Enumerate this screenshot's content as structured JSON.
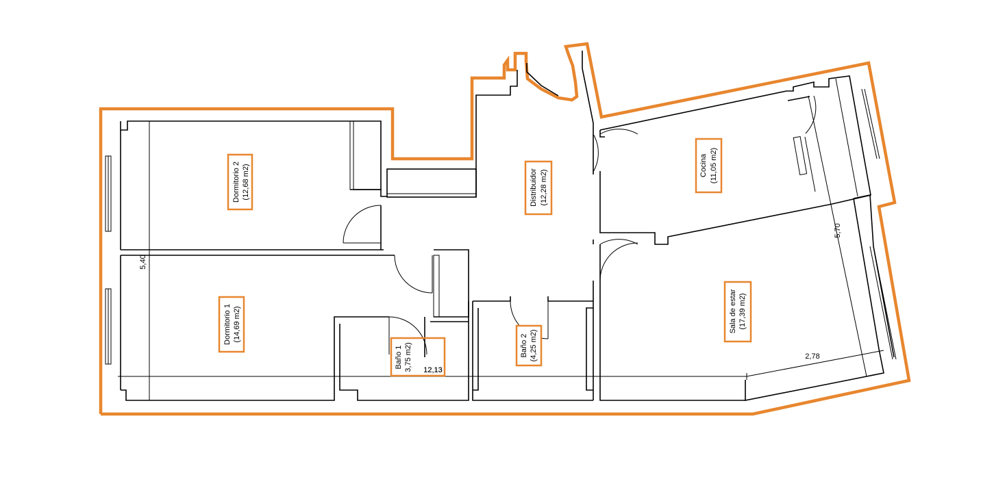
{
  "colors": {
    "outline": "#E8862E",
    "walls": "#000000",
    "background": "#ffffff"
  },
  "rooms": {
    "dormitorio2": {
      "name": "Dormitorio 2",
      "area": "(12,68 m2)"
    },
    "dormitorio1": {
      "name": "Dormitorio 1",
      "area": "(14,69 m2)"
    },
    "distribuidor": {
      "name": "Distribuidor",
      "area": "(12,28 m2)"
    },
    "cocina": {
      "name": "Cocina",
      "area": "(11,05 m2)"
    },
    "sala": {
      "name": "Sala de estar",
      "area": "(17,39 m2)"
    },
    "bano1": {
      "name": "Baño 1",
      "area": "3,75 m2)"
    },
    "bano2": {
      "name": "Baño 2",
      "area": "(4,25 m2)"
    }
  },
  "dimensions": {
    "height_left": "5,40",
    "width_total": "12,13",
    "height_right": "5,70",
    "width_right": "2,78"
  }
}
